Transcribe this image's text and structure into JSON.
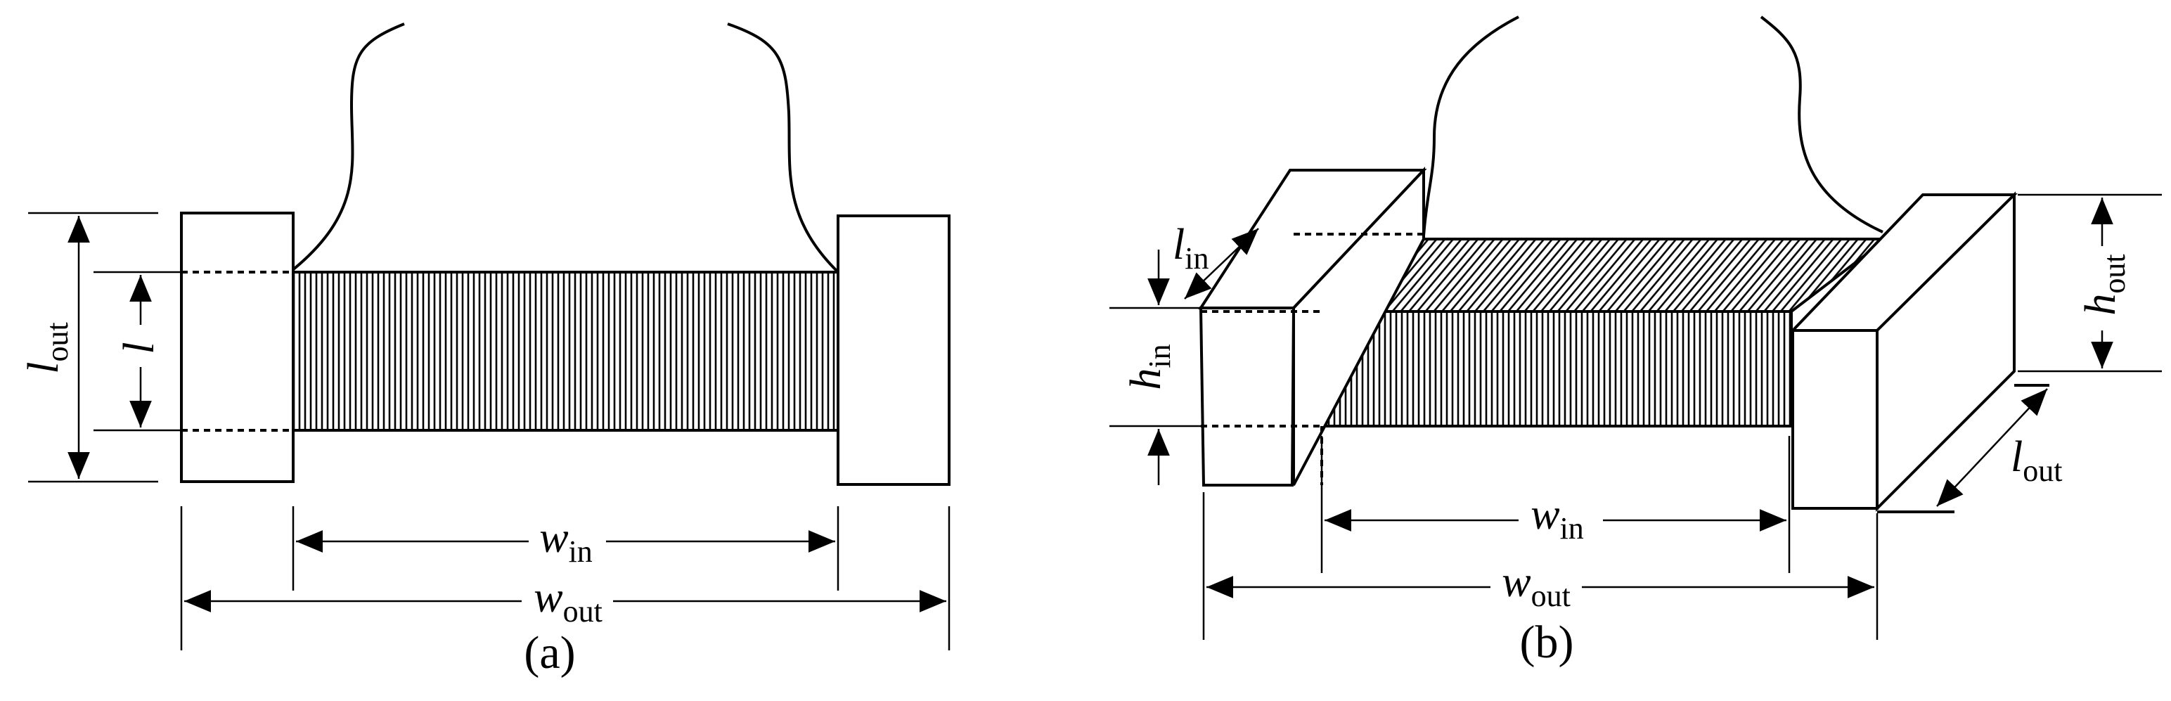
{
  "figure_a": {
    "caption": "(a)",
    "labels": {
      "l_out": {
        "main": "l",
        "sub": "out"
      },
      "l": {
        "main": "l"
      },
      "w_in": {
        "main": "w",
        "sub": "in"
      },
      "w_out": {
        "main": "w",
        "sub": "out"
      }
    }
  },
  "figure_b": {
    "caption": "(b)",
    "labels": {
      "l_in": {
        "main": "l",
        "sub": "in"
      },
      "h_in": {
        "main": "h",
        "sub": "in"
      },
      "h_out": {
        "main": "h",
        "sub": "out"
      },
      "l_out": {
        "main": "l",
        "sub": "out"
      },
      "w_in": {
        "main": "w",
        "sub": "in"
      },
      "w_out": {
        "main": "w",
        "sub": "out"
      }
    }
  },
  "colors": {
    "line": "#000000",
    "background": "#ffffff"
  }
}
